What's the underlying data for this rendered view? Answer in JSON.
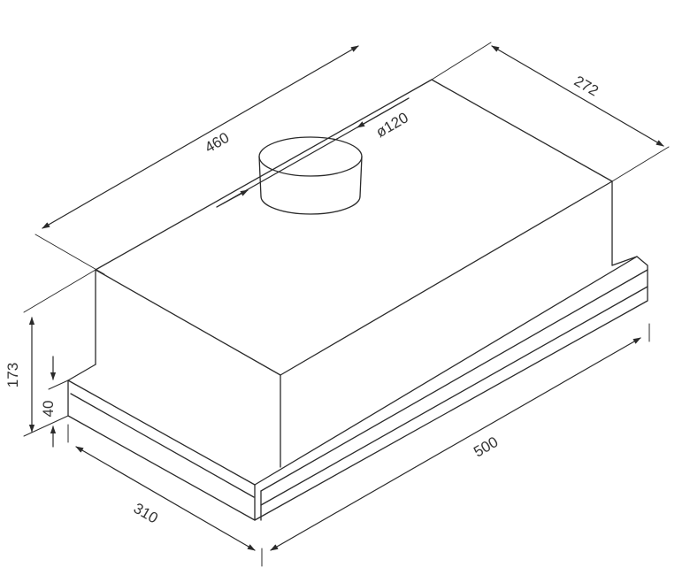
{
  "dimensions": {
    "width_top": "460",
    "depth_top": "272",
    "duct_diameter": "ø120",
    "total_height": "173",
    "tray_height": "40",
    "depth_bottom": "310",
    "width_bottom": "500"
  }
}
